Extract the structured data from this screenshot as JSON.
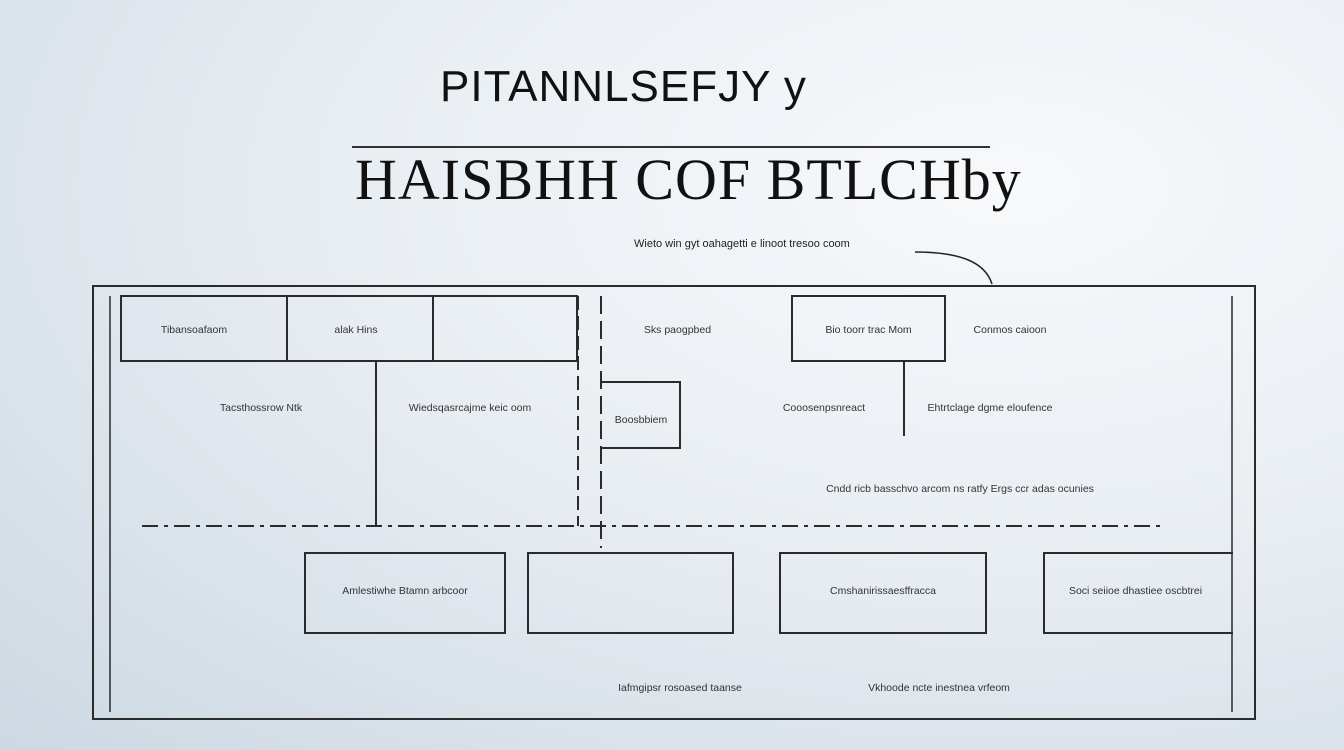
{
  "header": {
    "title_line1": "PITANNLSEFJY y",
    "title_line2": "HAISBHH COF BTLCHby",
    "callout": "Wieto win gyt oahagetti e linoot tresoo coom"
  },
  "row1": {
    "box1": "Tibansoafaom",
    "box2": "alak Hins",
    "box3": "",
    "box4": "Sks paogpbed",
    "box5": "Bio toorr trac Mom",
    "box6": "Conmos caioon"
  },
  "row2": {
    "label1": "Tacsthossrow Ntk",
    "label2": "Wiedsqasrcajme keic oom",
    "box_mid": "Boosbbiem",
    "label3": "Cooosenpsnreact",
    "label4": "Ehtrtclage dgme eloufence",
    "label5": "Cndd ricb basschvo arcom ns ratfy Ergs ccr adas ocunies"
  },
  "row3": {
    "box1": "Amlestiwhe Btamn arbcoor",
    "box2": "",
    "box3": "Cmshanirissaesffracca",
    "box4": "Soci seiioe dhastiee oscbtrei"
  },
  "row4": {
    "label1": "Iafmgipsr rosoased taanse",
    "label2": "Vkhoode ncte inestnea vrfeom"
  }
}
